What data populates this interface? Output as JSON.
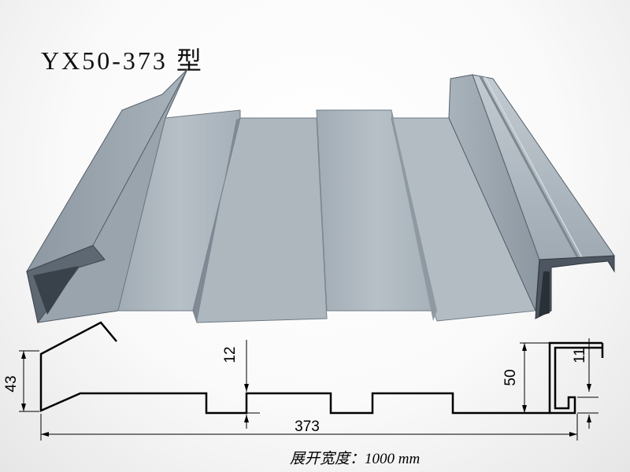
{
  "title": "YX50-373 型",
  "caption": "展开宽度：1000 mm",
  "dimensions": {
    "left_height": "43",
    "rib_depth": "12",
    "cover_width": "373",
    "right_height": "50",
    "lip_height": "11"
  },
  "colors": {
    "steel_light": "#b9c2c9",
    "steel_mid": "#9aa5ae",
    "steel_dark": "#6f7a84",
    "steel_edge": "#47505a",
    "outline": "#000000"
  }
}
